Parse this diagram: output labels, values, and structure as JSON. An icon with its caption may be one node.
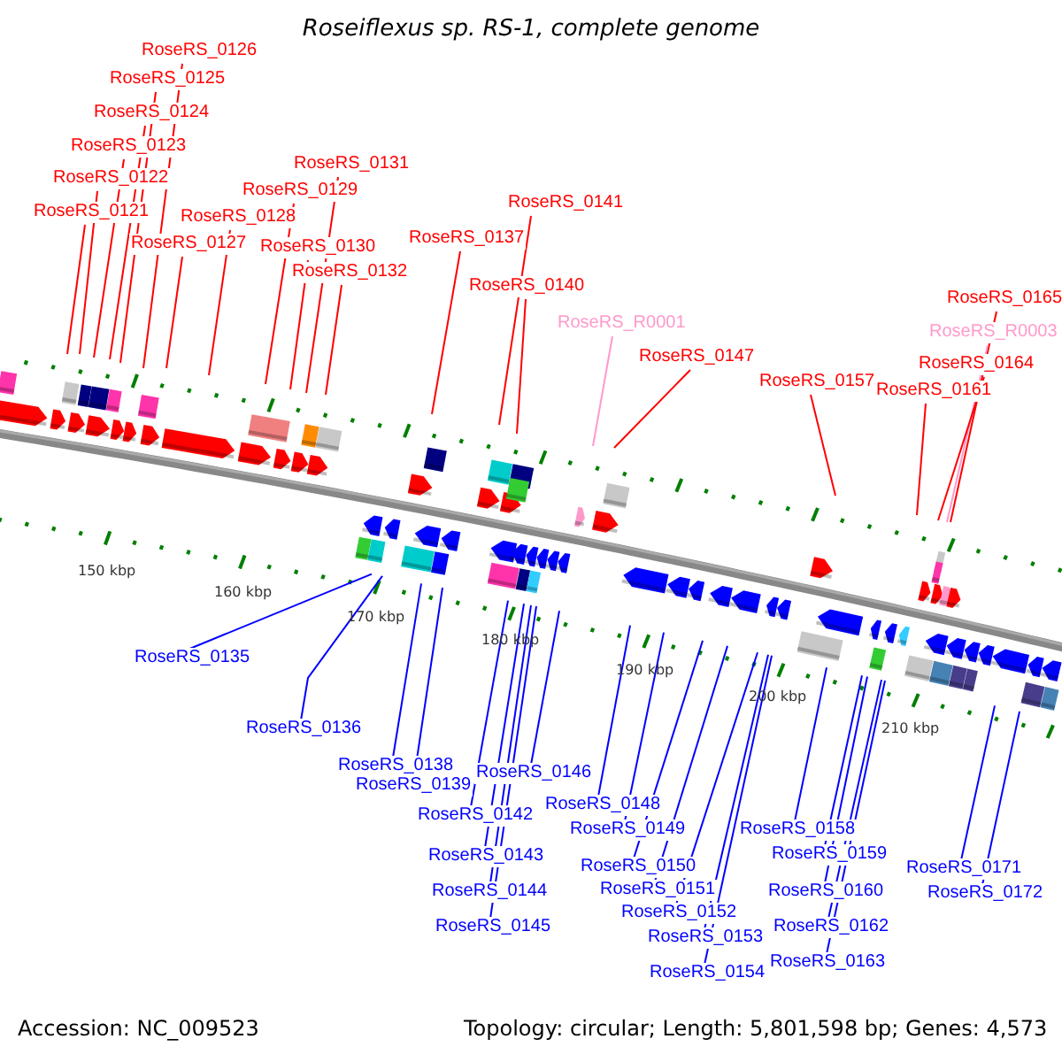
{
  "diagram": {
    "title": "Roseiflexus sp. RS-1, complete genome",
    "nodes": [
      {
        "text": [
          "RoseRS_0126"
        ]
      },
      {
        "text": [
          "RoseRS_0125"
        ]
      },
      {
        "text": [
          "RoseRS_0124"
        ]
      },
      {
        "text": [
          "RoseRS_0123"
        ]
      },
      {
        "text": [
          "RoseRS_0131"
        ]
      },
      {
        "text": [
          "RoseRS_0122"
        ]
      },
      {
        "text": [
          "RoseRS_0129"
        ]
      },
      {
        "text": [
          "RoseRS_0141"
        ]
      },
      {
        "text": [
          "RoseRS_0121"
        ]
      },
      {
        "text": [
          "RoseRS_0128"
        ]
      },
      {
        "text": [
          "RoseRS_0137"
        ]
      },
      {
        "text": [
          "RoseRS_0127"
        ]
      },
      {
        "text": [
          "RoseRS_0130"
        ]
      },
      {
        "text": [
          "RoseRS_0132"
        ]
      },
      {
        "text": [
          "RoseRS_0140"
        ]
      },
      {
        "text": [
          "RoseRS_0165"
        ]
      },
      {
        "text": [
          "RoseRS_R0001"
        ]
      },
      {
        "text": [
          "RoseRS_R0003"
        ]
      },
      {
        "text": [
          "RoseRS_0147"
        ]
      },
      {
        "text": [
          "RoseRS_0164"
        ]
      },
      {
        "text": [
          "RoseRS_0157"
        ]
      },
      {
        "text": [
          "RoseRS_0161"
        ]
      },
      {
        "text": [
          "RoseRS_0135"
        ]
      },
      {
        "text": [
          "RoseRS_0136"
        ]
      },
      {
        "text": [
          "RoseRS_0138"
        ]
      },
      {
        "text": [
          "RoseRS_0146"
        ]
      },
      {
        "text": [
          "RoseRS_0139"
        ]
      },
      {
        "text": [
          "RoseRS_0148"
        ]
      },
      {
        "text": [
          "RoseRS_0142"
        ]
      },
      {
        "text": [
          "RoseRS_0149"
        ]
      },
      {
        "text": [
          "RoseRS_0158"
        ]
      },
      {
        "text": [
          "RoseRS_0159"
        ]
      },
      {
        "text": [
          "RoseRS_0143"
        ]
      },
      {
        "text": [
          "RoseRS_0150"
        ]
      },
      {
        "text": [
          "RoseRS_0171"
        ]
      },
      {
        "text": [
          "RoseRS_0151"
        ]
      },
      {
        "text": [
          "RoseRS_0144"
        ]
      },
      {
        "text": [
          "RoseRS_0160"
        ]
      },
      {
        "text": [
          "RoseRS_0172"
        ]
      },
      {
        "text": [
          "RoseRS_0152"
        ]
      },
      {
        "text": [
          "RoseRS_0162"
        ]
      },
      {
        "text": [
          "RoseRS_0145"
        ]
      },
      {
        "text": [
          "RoseRS_0153"
        ]
      },
      {
        "text": [
          "RoseRS_0163"
        ]
      },
      {
        "text": [
          "RoseRS_0154"
        ]
      }
    ],
    "edges": [
      {
        "from": 0,
        "to": null,
        "arrow": "none",
        "color": "#ff0000"
      },
      {
        "from": 1,
        "to": null,
        "arrow": "none",
        "color": "#ff0000"
      },
      {
        "from": 2,
        "to": null,
        "arrow": "none",
        "color": "#ff0000"
      },
      {
        "from": 3,
        "to": null,
        "arrow": "none",
        "color": "#ff0000"
      },
      {
        "from": 4,
        "to": null,
        "arrow": "none",
        "color": "#ff0000"
      },
      {
        "from": 5,
        "to": null,
        "arrow": "none",
        "color": "#ff0000"
      },
      {
        "from": 6,
        "to": null,
        "arrow": "none",
        "color": "#ff0000"
      },
      {
        "from": 7,
        "to": null,
        "arrow": "none",
        "color": "#ff0000"
      },
      {
        "from": 8,
        "to": null,
        "arrow": "none",
        "color": "#ff0000"
      },
      {
        "from": 9,
        "to": null,
        "arrow": "none",
        "color": "#ff0000"
      },
      {
        "from": 10,
        "to": null,
        "arrow": "none",
        "color": "#ff0000"
      },
      {
        "from": 11,
        "to": null,
        "arrow": "none",
        "color": "#ff0000"
      },
      {
        "from": 12,
        "to": null,
        "arrow": "none",
        "color": "#ff0000"
      },
      {
        "from": 13,
        "to": null,
        "arrow": "none",
        "color": "#ff0000"
      },
      {
        "from": 14,
        "to": null,
        "arrow": "none",
        "color": "#ff0000"
      },
      {
        "from": 15,
        "to": null,
        "arrow": "none",
        "color": "#ff0000"
      },
      {
        "from": 16,
        "to": null,
        "arrow": "none",
        "color": "#ff99cc"
      },
      {
        "from": 17,
        "to": null,
        "arrow": "none",
        "color": "#ff99cc"
      },
      {
        "from": 18,
        "to": null,
        "arrow": "none",
        "color": "#ff0000"
      },
      {
        "from": 19,
        "to": null,
        "arrow": "none",
        "color": "#ff0000"
      },
      {
        "from": 20,
        "to": null,
        "arrow": "none",
        "color": "#ff0000"
      },
      {
        "from": 21,
        "to": null,
        "arrow": "none",
        "color": "#ff0000"
      },
      {
        "from": 22,
        "to": null,
        "arrow": "none"
      },
      {
        "from": 23,
        "to": null,
        "arrow": "none"
      },
      {
        "from": 24,
        "to": null,
        "arrow": "none"
      },
      {
        "from": 25,
        "to": null,
        "arrow": "none"
      },
      {
        "from": 26,
        "to": null,
        "arrow": "none"
      },
      {
        "from": 27,
        "to": null,
        "arrow": "none"
      },
      {
        "from": 28,
        "to": null,
        "arrow": "none"
      },
      {
        "from": 29,
        "to": null,
        "arrow": "none"
      },
      {
        "from": 30,
        "to": null,
        "arrow": "none"
      },
      {
        "from": 31,
        "to": null,
        "arrow": "none"
      },
      {
        "from": 32,
        "to": null,
        "arrow": "none"
      },
      {
        "from": 33,
        "to": null,
        "arrow": "none"
      },
      {
        "from": 34,
        "to": null,
        "arrow": "none"
      },
      {
        "from": 35,
        "to": null,
        "arrow": "none"
      },
      {
        "from": 36,
        "to": null,
        "arrow": "none"
      },
      {
        "from": 37,
        "to": null,
        "arrow": "none"
      },
      {
        "from": 38,
        "to": null,
        "arrow": "none"
      },
      {
        "from": 39,
        "to": null,
        "arrow": "none"
      },
      {
        "from": 40,
        "to": null,
        "arrow": "none"
      },
      {
        "from": 41,
        "to": null,
        "arrow": "none"
      },
      {
        "from": 42,
        "to": null,
        "arrow": "none"
      },
      {
        "from": 43,
        "to": null,
        "arrow": "none"
      },
      {
        "from": 44,
        "to": null,
        "arrow": "none"
      }
    ],
    "labels": [
      "150 kbp",
      "160 kbp",
      "170 kbp",
      "180 kbp",
      "190 kbp",
      "200 kbp",
      "210 kbp",
      "Accession: NC_009523",
      "Topology: circular; Length: 5,801,598 bp; Genes: 4,573"
    ]
  }
}
